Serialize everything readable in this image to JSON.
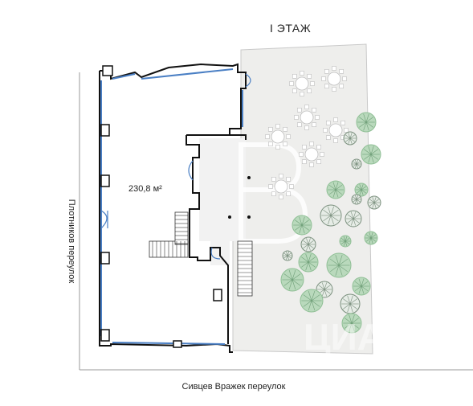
{
  "floor_title": "I ЭТАЖ",
  "area_label": "230,8 м²",
  "street_left": "Плотников переулок",
  "street_bottom": "Сивцев Вражек переулок",
  "watermark_text": "ЦИАН",
  "colors": {
    "wall": "#111111",
    "window": "#4a7fc4",
    "yard": "#eeeeec",
    "tree": "#8fbf95",
    "tree_dark": "#6f9f78",
    "table": "#ffffff",
    "street_line": "#999999"
  },
  "icons": [
    "stairs-icon",
    "table-icon",
    "tree-icon",
    "door-icon",
    "watermark-logo"
  ]
}
